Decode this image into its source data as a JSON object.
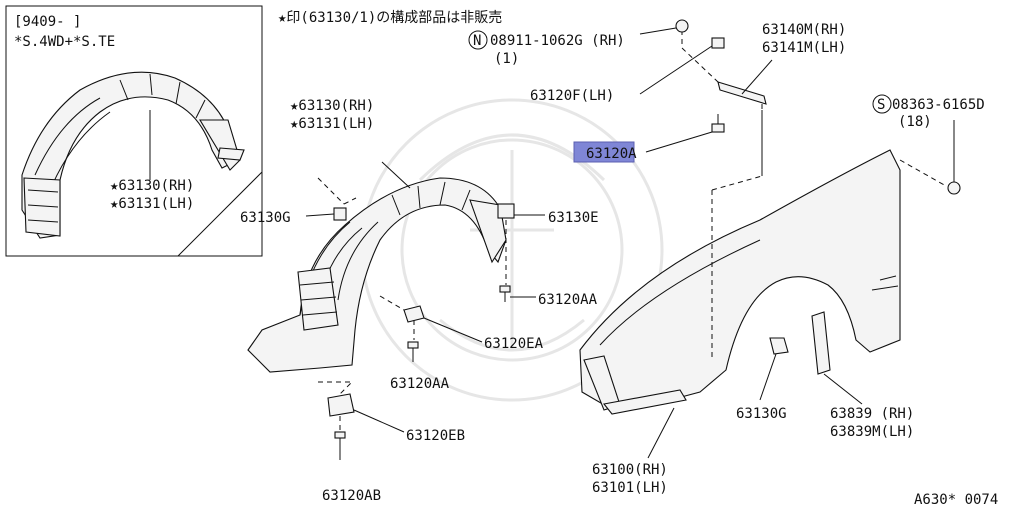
{
  "diagram": {
    "title_note": "★印(63130/1)の構成部品は非販売",
    "inset": {
      "date_code": "[9409-    ]",
      "variant": "*S.4WD+*S.TE",
      "label_rh": "★63130(RH)",
      "label_lh": "★63131(LH)"
    },
    "labels": {
      "n_bolt": "08911-1062G (RH)",
      "n_bolt_qty": "(1)",
      "n_prefix": "N",
      "s_screw": "08363-6165D",
      "s_screw_qty": "(18)",
      "s_prefix": "S",
      "p63140m": "63140M(RH)",
      "p63141m": "63141M(LH)",
      "p63120f": "63120F(LH)",
      "p63120a": "63120A",
      "p63130_rh": "★63130(RH)",
      "p63131_lh": "★63131(LH)",
      "p63130g_left": "63130G",
      "p63130e": "63130E",
      "p63120aa_right": "63120AA",
      "p63120ea": "63120EA",
      "p63120aa_mid": "63120AA",
      "p63120eb": "63120EB",
      "p63120ab": "63120AB",
      "p63100": "63100(RH)",
      "p63101": "63101(LH)",
      "p63130g_right": "63130G",
      "p63839": "63839 (RH)",
      "p63839m": "63839M(LH)",
      "figure_code": "A630* 0074"
    },
    "highlight_color": "#7f86d6"
  }
}
